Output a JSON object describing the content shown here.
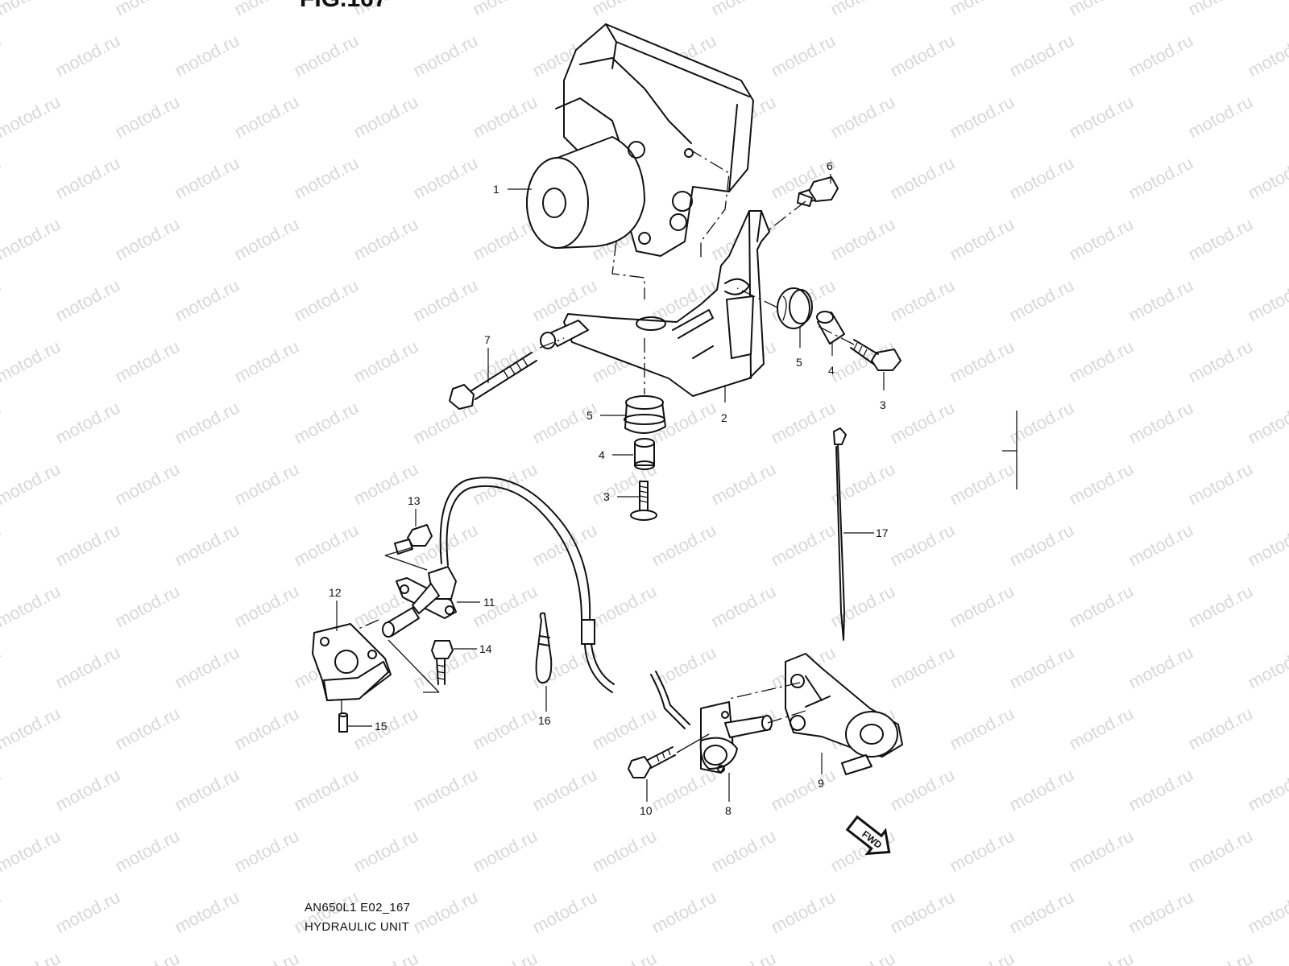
{
  "figure": {
    "title": "FIG.167",
    "code": "AN650L1 E02_167",
    "name": "HYDRAULIC UNIT"
  },
  "watermark": "motod.ru",
  "fwd_label": "FWD",
  "callouts": {
    "c1": "1",
    "c2": "2",
    "c3a": "3",
    "c3b": "3",
    "c4a": "4",
    "c4b": "4",
    "c5a": "5",
    "c5b": "5",
    "c6": "6",
    "c7": "7",
    "c8": "8",
    "c9": "9",
    "c10": "10",
    "c11": "11",
    "c12": "12",
    "c13": "13",
    "c14": "14",
    "c15": "15",
    "c16": "16",
    "c17": "17"
  }
}
